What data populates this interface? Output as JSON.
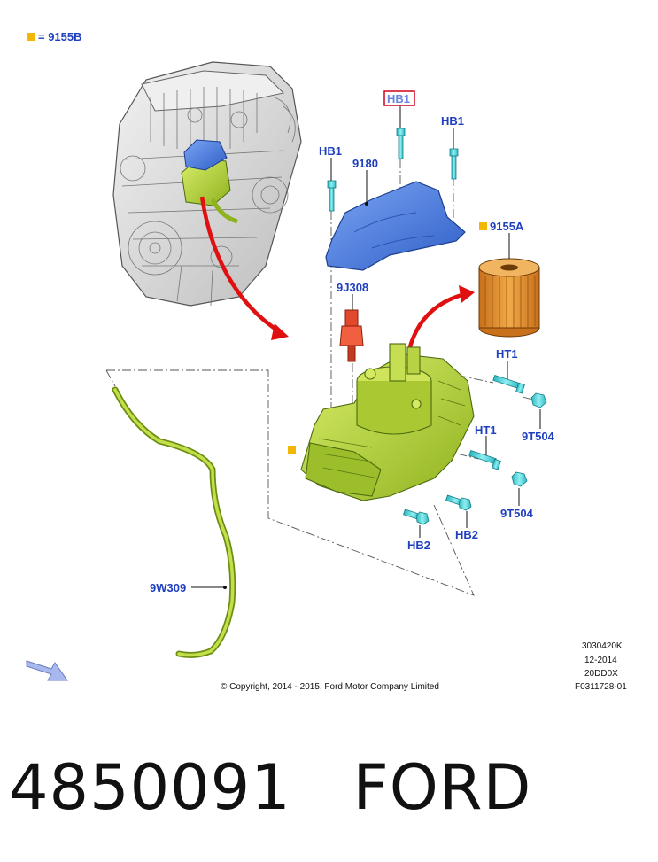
{
  "legend": {
    "swatch_color": "#f2b705",
    "text": "= 9155B"
  },
  "parts": {
    "hb1_highlighted": "HB1",
    "hb1_mid": "HB1",
    "hb1_right": "HB1",
    "cover": "9180",
    "filter_element": "9155A",
    "sensor": "9J308",
    "ht1_top": "HT1",
    "ht1_mid": "HT1",
    "nut_top": "9T504",
    "nut_mid": "9T504",
    "hb2_left": "HB2",
    "hb2_right": "HB2",
    "hose": "9W309"
  },
  "info_block": {
    "line1": "3030420K",
    "line2": "12-2014",
    "line3": "20DD0X",
    "line4": "F0311728-01"
  },
  "copyright": "© Copyright, 2014 - 2015, Ford Motor Company Limited",
  "footer": {
    "part_number": "4850091",
    "brand": "FORD"
  },
  "colors": {
    "label_blue": "#1f3fbf",
    "highlight_red": "#d0021b",
    "engine_gray": "#d8d8d8",
    "housing_green": "#b5d23a",
    "cover_blue": "#4f7fe0",
    "filter_orange": "#e08f2a",
    "fastener_cyan": "#46d1d8",
    "sensor_red": "#e2492c",
    "arrow_red": "#e01010"
  }
}
